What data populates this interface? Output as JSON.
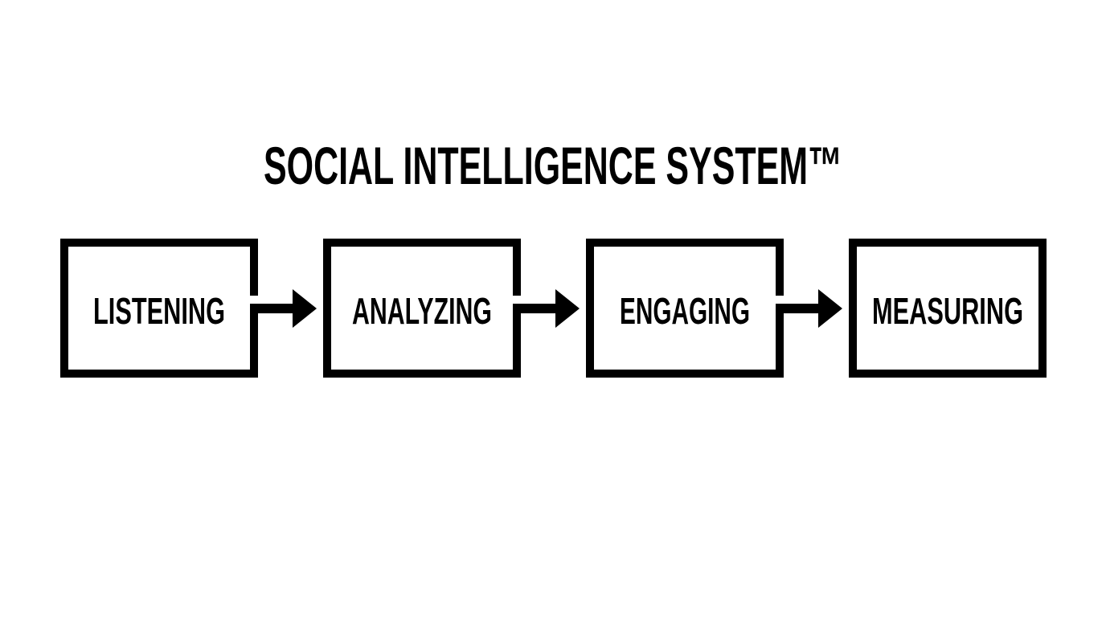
{
  "title": "SOCIAL INTELLIGENCE SYSTEM™",
  "steps": [
    {
      "label": "LISTENING"
    },
    {
      "label": "ANALYZING"
    },
    {
      "label": "ENGAGING"
    },
    {
      "label": "MEASURING"
    }
  ],
  "colors": {
    "stroke": "#000000",
    "background": "#ffffff"
  }
}
